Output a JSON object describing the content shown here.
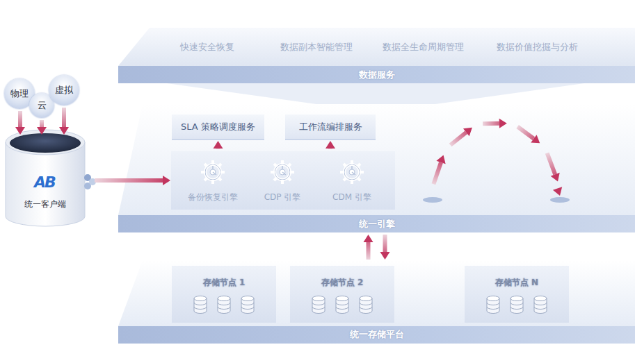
{
  "diagram": {
    "nodes": [
      {
        "text": [
          "数据服务"
        ]
      },
      {
        "text": [
          "物理"
        ]
      },
      {
        "text": [
          "云"
        ]
      },
      {
        "text": [
          "虚拟"
        ]
      },
      {
        "text": [
          "统一客户端"
        ]
      },
      {
        "text": [
          "SLA 策略调度服务"
        ]
      },
      {
        "text": [
          "工作流编排服务"
        ]
      },
      {
        "text": [
          "备份恢复引擎",
          "CDP 引擎",
          "CDM 引擎"
        ]
      },
      {
        "text": [
          "统一引擎"
        ]
      },
      {
        "text": [
          "统一存储平台"
        ]
      },
      {
        "text": [
          "存储节点 1"
        ],
        "in": 9
      },
      {
        "text": [
          "存储节点 2"
        ],
        "in": 9
      },
      {
        "text": [
          "存储节点 N"
        ],
        "in": 9
      }
    ],
    "edges": [
      {
        "from": 1,
        "to": 4,
        "arrow": "to"
      },
      {
        "from": 2,
        "to": 4,
        "arrow": "to"
      },
      {
        "from": 3,
        "to": 4,
        "arrow": "to"
      },
      {
        "from": 4,
        "to": 7,
        "arrow": "to"
      },
      {
        "from": 7,
        "to": 5,
        "arrow": "to"
      },
      {
        "from": 7,
        "to": 6,
        "arrow": "to"
      },
      {
        "from": 8,
        "to": 9,
        "arrow": "both"
      }
    ],
    "labels": [
      "快速安全恢复",
      "数据副本智能管理",
      "数据全生命周期管理",
      "数据价值挖掘与分析",
      "AB"
    ]
  }
}
